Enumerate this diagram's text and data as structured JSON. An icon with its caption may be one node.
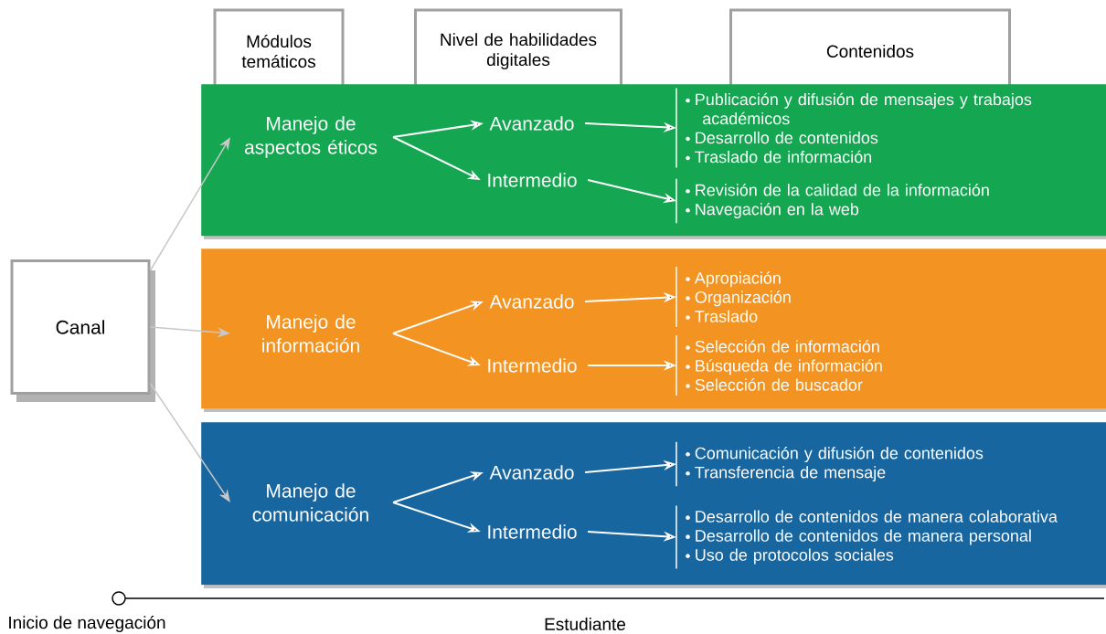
{
  "diagram": {
    "nodes": [
      {
        "text": [
          "Canal"
        ]
      },
      {
        "text": [
          "Módulos temáticos"
        ]
      },
      {
        "text": [
          "Nivel de habilidades digitales"
        ]
      },
      {
        "text": [
          "Contenidos"
        ]
      },
      {
        "text": [],
        "shape": "box"
      },
      {
        "text": [
          "Manejo de aspectos éticos"
        ],
        "in": 4
      },
      {
        "text": [
          "Avanzado"
        ],
        "in": 4
      },
      {
        "text": [
          "Intermedio"
        ],
        "in": 4
      },
      {
        "text": [
          "Publicación y difusión de mensajes y trabajos académicos",
          "Desarrollo de contenidos",
          "Traslado de información"
        ],
        "in": 4
      },
      {
        "text": [
          "Revisión de la calidad de la información",
          "Navegación en la web"
        ],
        "in": 4
      },
      {
        "text": [],
        "shape": "box"
      },
      {
        "text": [
          "Manejo de información"
        ],
        "in": 10
      },
      {
        "text": [
          "Avanzado"
        ],
        "in": 10
      },
      {
        "text": [
          "Intermedio"
        ],
        "in": 10
      },
      {
        "text": [
          "Apropiación",
          "Organización",
          "Traslado"
        ],
        "in": 10
      },
      {
        "text": [
          "Selección de información",
          "Búsqueda de información",
          "Selección de buscador"
        ],
        "in": 10
      },
      {
        "text": [],
        "shape": "box"
      },
      {
        "text": [
          "Manejo de comunicación"
        ],
        "in": 16
      },
      {
        "text": [
          "Avanzado"
        ],
        "in": 16
      },
      {
        "text": [
          "Intermedio"
        ],
        "in": 16
      },
      {
        "text": [
          "Comunicación y difusión de contenidos",
          "Transferencia de mensaje"
        ],
        "in": 16
      },
      {
        "text": [
          "Desarrollo de contenidos de manera colaborativa",
          "Desarrollo de contenidos de manera personal",
          "Uso de protocolos sociales"
        ],
        "in": 16
      }
    ],
    "edges": [
      {
        "from": 0,
        "to": 5,
        "arrow": "to",
        "color": "#c8c8c8"
      },
      {
        "from": 0,
        "to": 11,
        "arrow": "to",
        "color": "#c8c8c8"
      },
      {
        "from": 0,
        "to": 17,
        "arrow": "to",
        "color": "#c8c8c8"
      },
      {
        "from": 5,
        "to": 6,
        "arrow": "to"
      },
      {
        "from": 5,
        "to": 7,
        "arrow": "to"
      },
      {
        "from": 6,
        "to": 8,
        "arrow": "to"
      },
      {
        "from": 7,
        "to": 9,
        "arrow": "to"
      },
      {
        "from": 11,
        "to": 12,
        "arrow": "to"
      },
      {
        "from": 11,
        "to": 13,
        "arrow": "to"
      },
      {
        "from": 12,
        "to": 14,
        "arrow": "to"
      },
      {
        "from": 13,
        "to": 15,
        "arrow": "to"
      },
      {
        "from": 17,
        "to": 18,
        "arrow": "to"
      },
      {
        "from": 17,
        "to": 19,
        "arrow": "to"
      },
      {
        "from": 18,
        "to": 20,
        "arrow": "to"
      },
      {
        "from": 19,
        "to": 21,
        "arrow": "to"
      }
    ],
    "labels": [
      "Inicio de navegación",
      "Estudiante"
    ]
  }
}
